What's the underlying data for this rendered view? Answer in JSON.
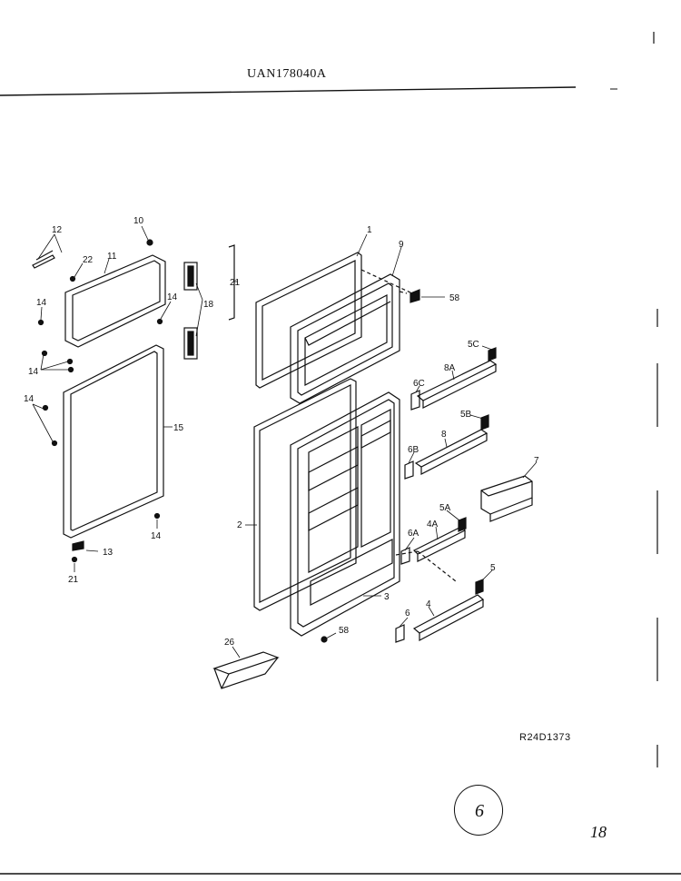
{
  "header": {
    "model_code": "UAN178040A"
  },
  "footer": {
    "drawing_ref": "R24D1373",
    "sheet_number": "6",
    "page_mark": "18"
  },
  "callouts": {
    "c1": "1",
    "c2": "2",
    "c3": "3",
    "c4": "4",
    "c4a": "4A",
    "c5": "5",
    "c5a": "5A",
    "c5b": "5B",
    "c5c": "5C",
    "c6": "6",
    "c6a": "6A",
    "c6b": "6B",
    "c6c": "6C",
    "c7": "7",
    "c8": "8",
    "c8a": "8A",
    "c9": "9",
    "c10": "10",
    "c11": "11",
    "c12": "12",
    "c13": "13",
    "c14a": "14",
    "c14b": "14",
    "c14c": "14",
    "c14d": "14",
    "c14e": "14",
    "c15": "15",
    "c18": "18",
    "c21a": "21",
    "c21b": "21",
    "c22": "22",
    "c26": "26",
    "c58a": "58",
    "c58b": "58"
  }
}
